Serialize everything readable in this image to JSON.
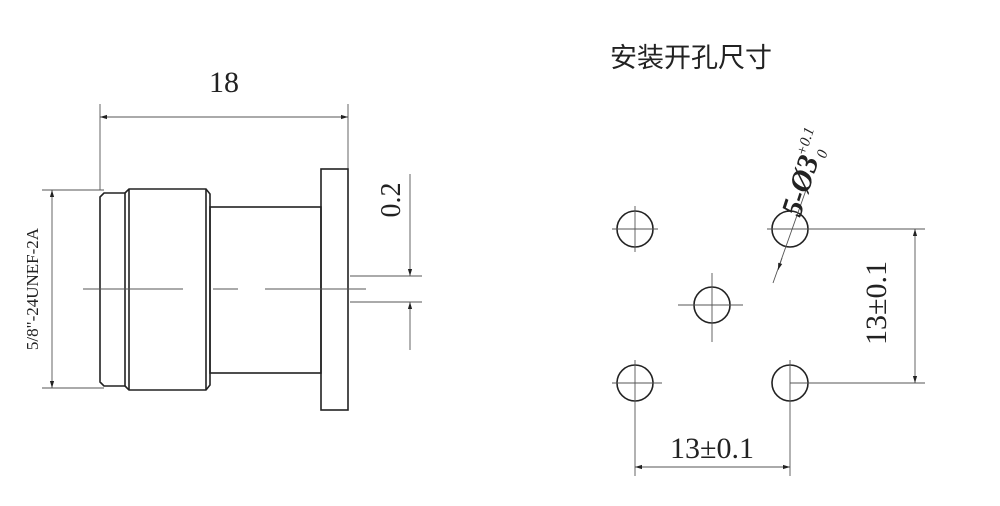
{
  "side_view": {
    "length_dim": "18",
    "thread_spec": "5/8\"-24UNEF-2A",
    "pin_offset_dim": "0.2"
  },
  "mounting_cutout": {
    "title": "安装开孔尺寸",
    "hole_callout": "5-Ø3",
    "hole_tol_upper": "+0.1",
    "hole_tol_lower": "0",
    "vertical_spacing": "13±0.1",
    "horizontal_spacing": "13±0.1"
  },
  "colors": {
    "line": "#222222"
  }
}
